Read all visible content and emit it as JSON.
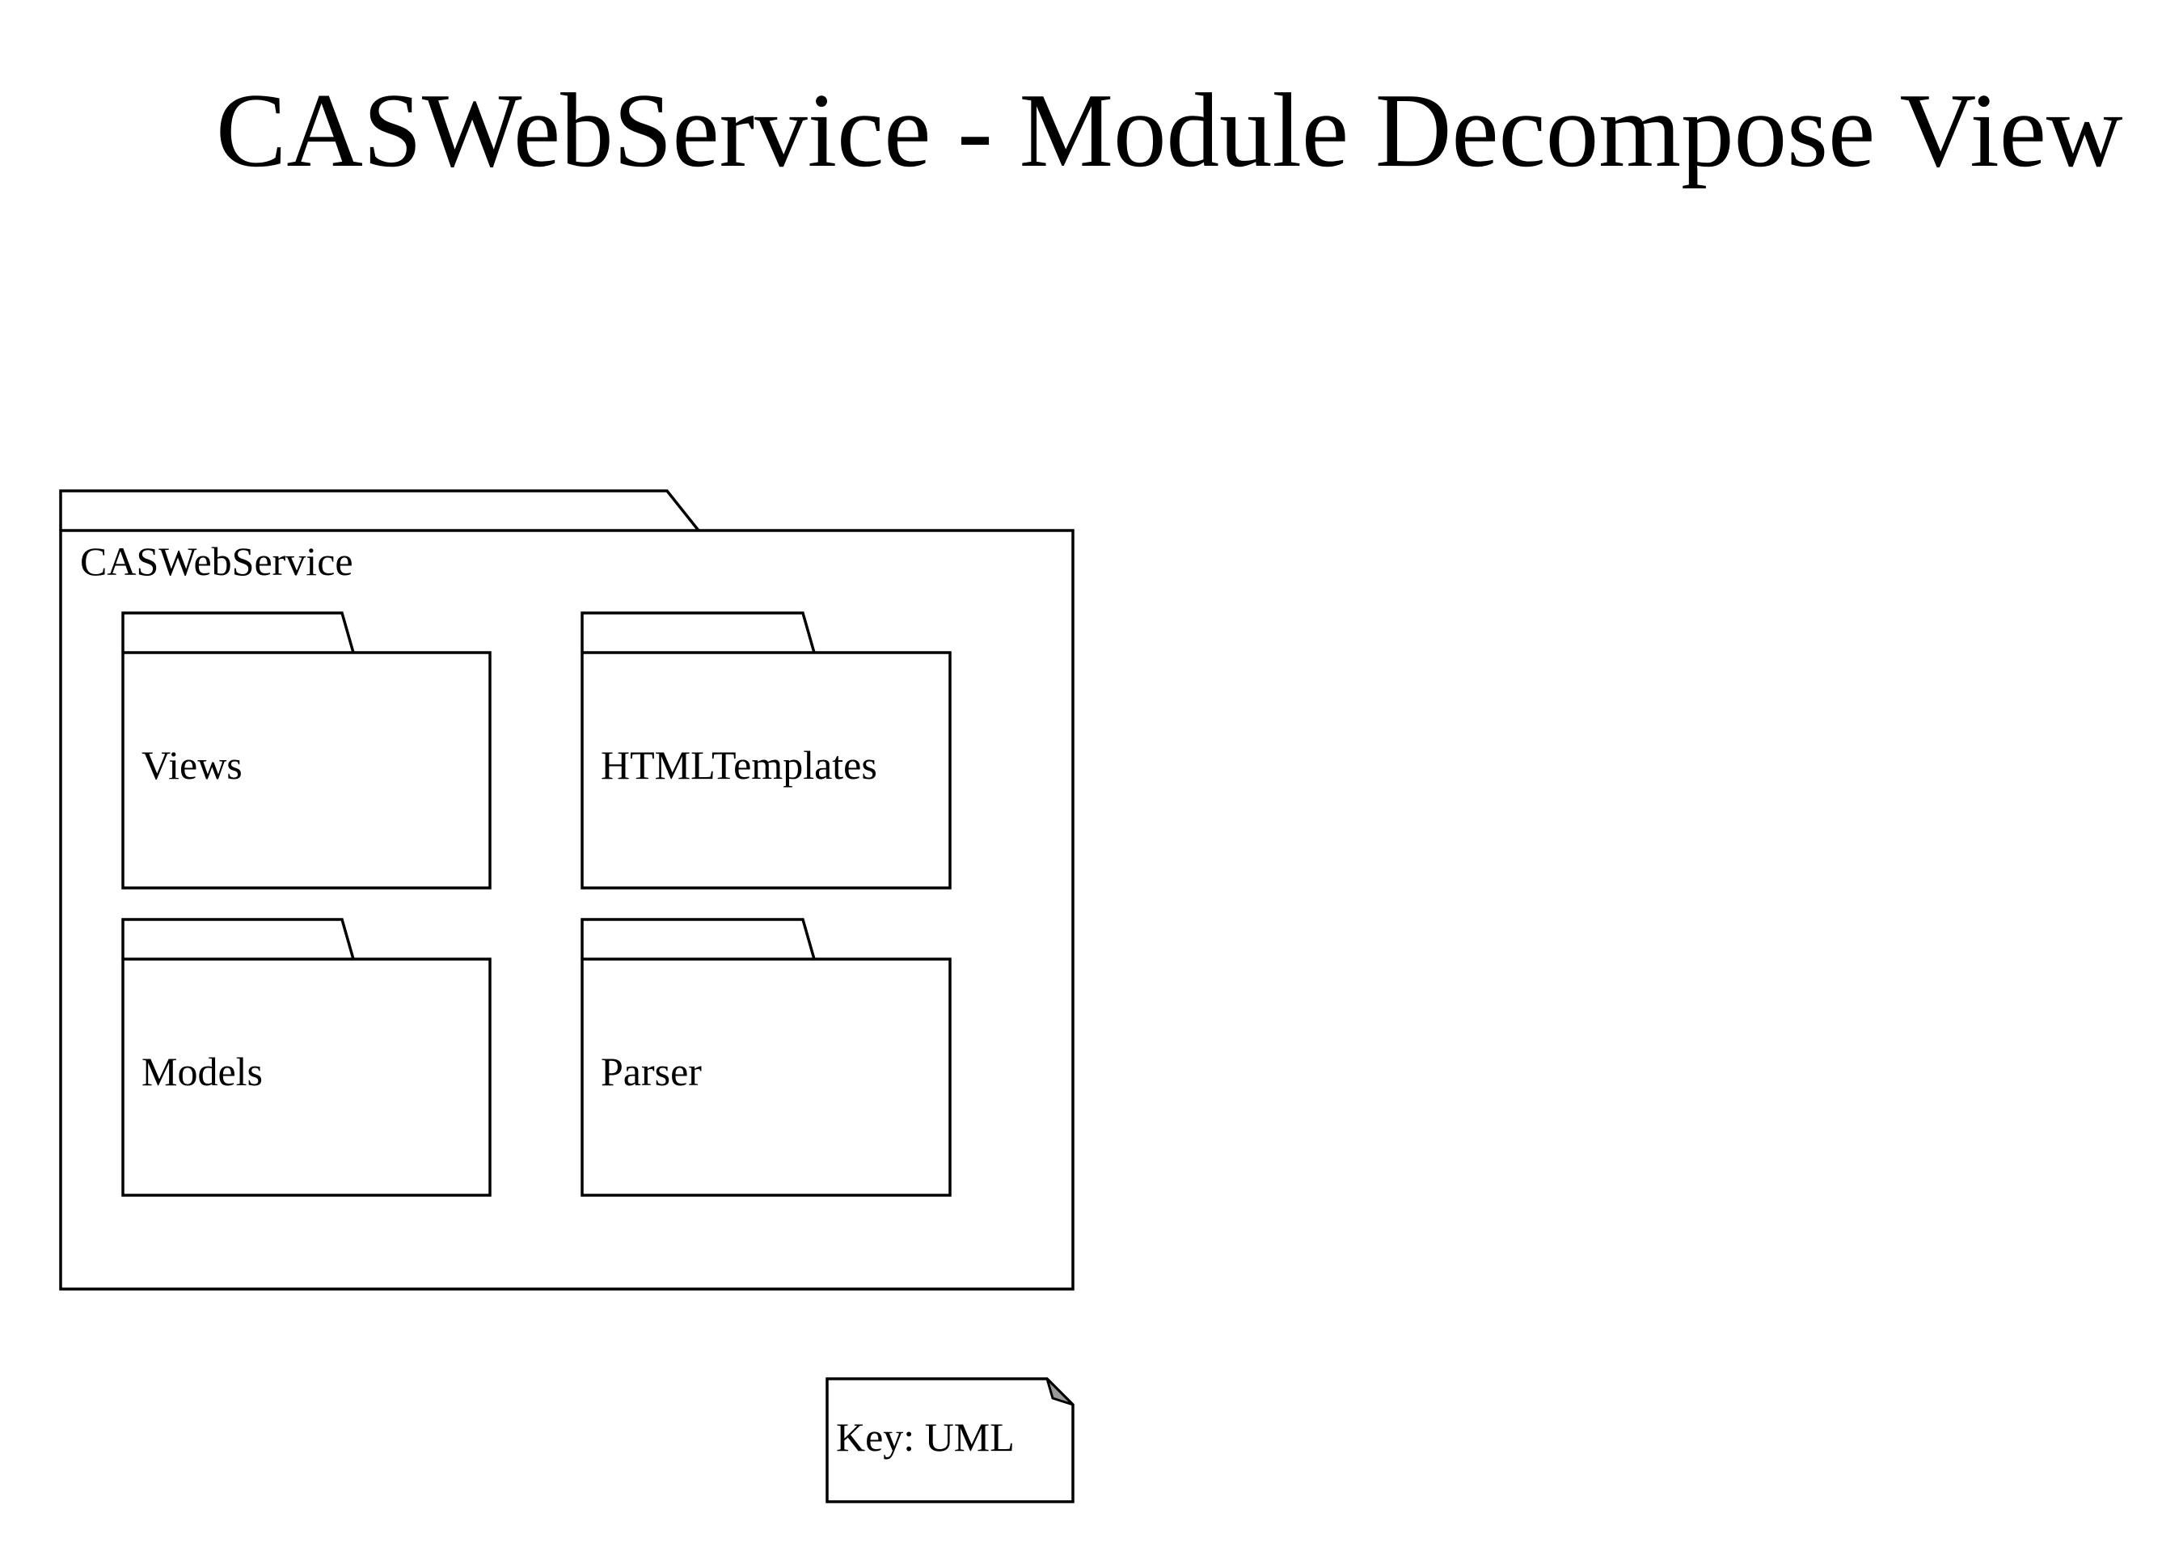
{
  "title": "CASWebService - Module Decompose View",
  "outer_package": {
    "label": "CASWebService"
  },
  "packages": [
    {
      "id": "views",
      "label": "Views"
    },
    {
      "id": "htmltemplates",
      "label": "HTMLTemplates"
    },
    {
      "id": "models",
      "label": "Models"
    },
    {
      "id": "parser",
      "label": "Parser"
    }
  ],
  "note": {
    "label": "Key: UML"
  },
  "colors": {
    "line": "#000000",
    "background": "#ffffff",
    "note_fold": "#999999"
  }
}
